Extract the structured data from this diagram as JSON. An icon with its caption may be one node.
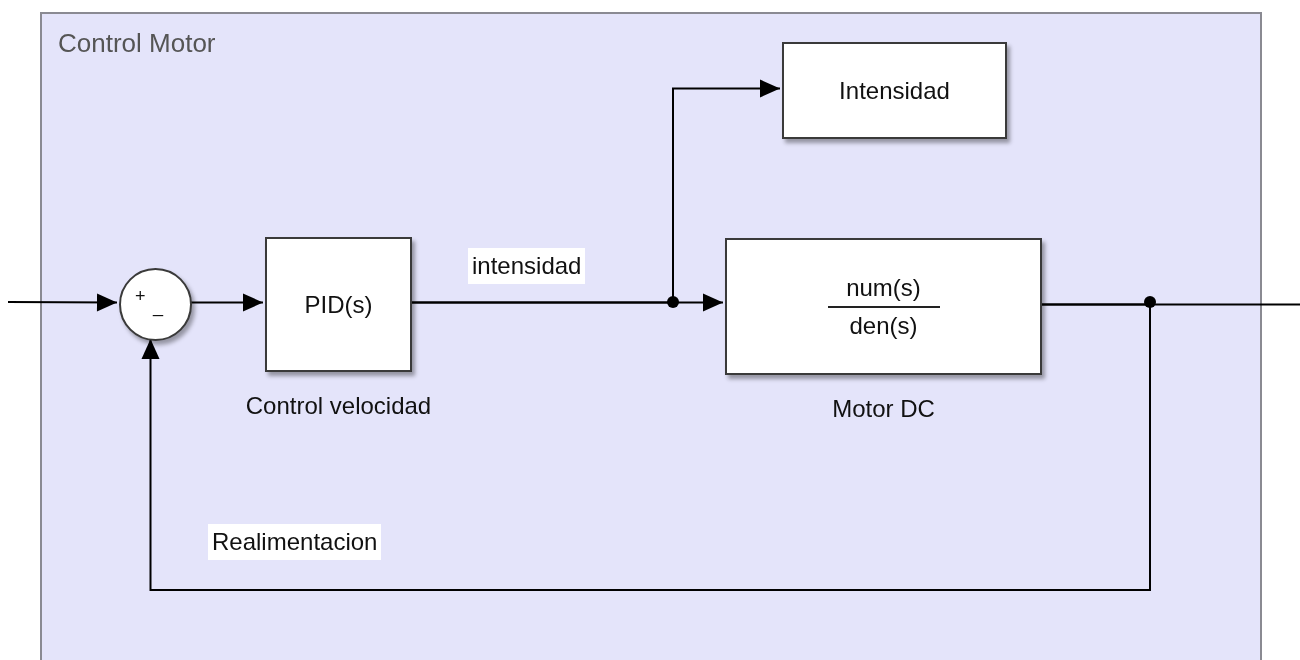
{
  "diagram": {
    "nodes": [
      {
        "text": [
          "Control Motor"
        ]
      },
      {
        "text": [
          "+",
          "_"
        ],
        "in": 0
      },
      {
        "text": [
          "PID(s)"
        ],
        "in": 0,
        "beside": [
          "Control velocidad"
        ]
      },
      {
        "text": [
          "Intensidad"
        ],
        "in": 0
      },
      {
        "text": [
          "num(s)",
          "den(s)"
        ],
        "in": 0,
        "beside": [
          "Motor DC"
        ]
      }
    ],
    "edges": [
      {
        "from": null,
        "to": 1,
        "arrow": "to"
      },
      {
        "from": 1,
        "to": 2,
        "arrow": "to"
      },
      {
        "from": 2,
        "to": 4,
        "arrow": "to",
        "label": "intensidad"
      },
      {
        "from": 2,
        "to": 3,
        "arrow": "to"
      },
      {
        "from": 4,
        "to": null,
        "arrow": "none"
      },
      {
        "from": 4,
        "to": 1,
        "arrow": "to",
        "label": "Realimentacion"
      }
    ]
  }
}
